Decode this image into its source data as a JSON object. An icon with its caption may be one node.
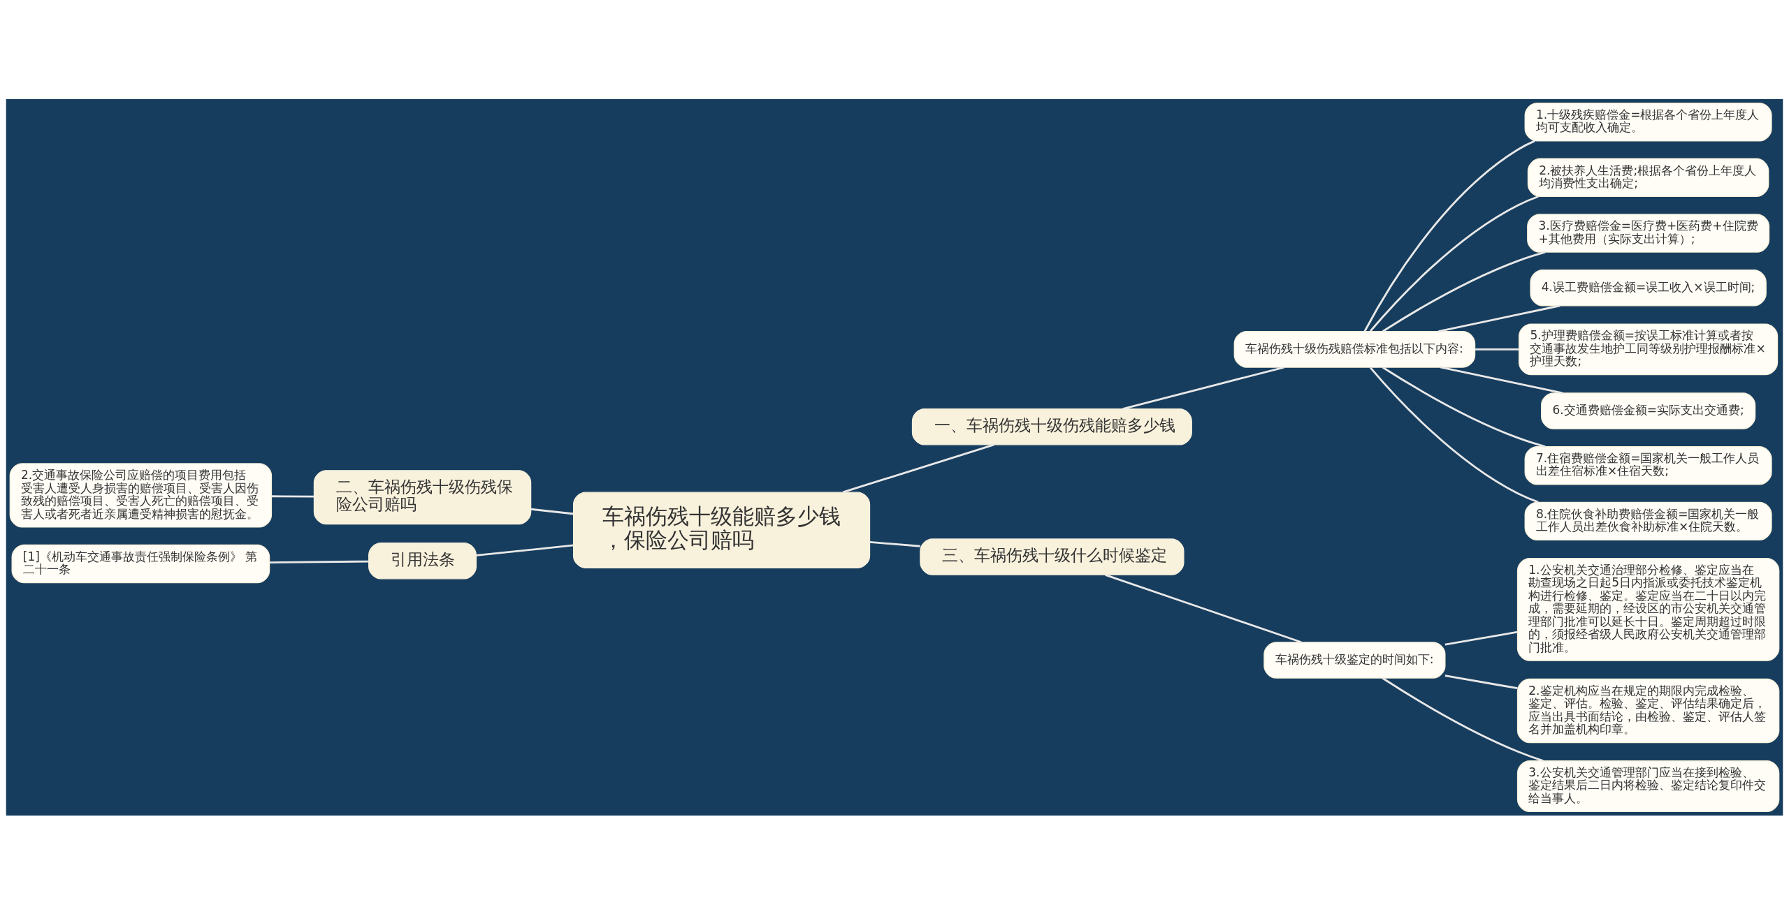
{
  "diagram": {
    "nodes": [
      {
        "text": [
          "车祸伤残十级能赔多少钱，保险公司赔吗"
        ]
      },
      {
        "text": [
          "一、车祸伤残十级伤残能赔多少钱"
        ]
      },
      {
        "text": [
          "车祸伤残十级伤残赔偿标准包括以下内容:"
        ]
      },
      {
        "text": [
          "1.十级残疾赔偿金=根据各个省份上年度人均可支配收入确定。"
        ]
      },
      {
        "text": [
          "2.被扶养人生活费;根据各个省份上年度人均消费性支出确定;"
        ]
      },
      {
        "text": [
          "3.医疗费赔偿金=医疗费+医药费+住院费+其他费用（实际支出计算）;"
        ]
      },
      {
        "text": [
          "4.误工费赔偿金额=误工收入×误工时间;"
        ]
      },
      {
        "text": [
          "5.护理费赔偿金额=按误工标准计算或者按交通事故发生地护工同等级别护理报酬标准×护理天数;"
        ]
      },
      {
        "text": [
          "6.交通费赔偿金额=实际支出交通费;"
        ]
      },
      {
        "text": [
          "7.住宿费赔偿金额=国家机关一般工作人员出差住宿标准×住宿天数;"
        ]
      },
      {
        "text": [
          "8.住院伙食补助费赔偿金额=国家机关一般工作人员出差伙食补助标准×住院天数。"
        ]
      },
      {
        "text": [
          "二、车祸伤残十级伤残保险公司赔吗"
        ]
      },
      {
        "text": [
          "2.交通事故保险公司应赔偿的项目费用包括受害人遭受人身损害的赔偿项目、受害人因伤致残的赔偿项目、受害人死亡的赔偿项目、受害人或者死者近亲属遭受精神损害的慰抚金。"
        ]
      },
      {
        "text": [
          "引用法条"
        ]
      },
      {
        "text": [
          "[1]《机动车交通事故责任强制保险条例》 第二十一条"
        ]
      },
      {
        "text": [
          "三、车祸伤残十级什么时候鉴定"
        ]
      },
      {
        "text": [
          "车祸伤残十级鉴定的时间如下:"
        ]
      },
      {
        "text": [
          "1.公安机关交通治理部分检修、鉴定应当在勘查现场之日起5日内指派或委托技术鉴定机构进行检修、鉴定。鉴定应当在二十日以内完成，需要延期的，经设区的市公安机关交通管理部门批准可以延长十日。鉴定周期超过时限的，须报经省级人民政府公安机关交通管理部门批准。"
        ]
      },
      {
        "text": [
          "2.鉴定机构应当在规定的期限内完成检验、鉴定、评估。检验、鉴定、评估结果确定后，应当出具书面结论，由检验、鉴定、评估人签名并加盖机构印章。"
        ]
      },
      {
        "text": [
          "3.公安机关交通管理部门应当在接到检验、鉴定结果后二日内将检验、鉴定结论复印件交给当事人。"
        ]
      }
    ],
    "edges": [
      {
        "from": 0,
        "to": 1,
        "arrow": "none"
      },
      {
        "from": 1,
        "to": 2,
        "arrow": "none"
      },
      {
        "from": 2,
        "to": 3,
        "arrow": "none"
      },
      {
        "from": 2,
        "to": 4,
        "arrow": "none"
      },
      {
        "from": 2,
        "to": 5,
        "arrow": "none"
      },
      {
        "from": 2,
        "to": 6,
        "arrow": "none"
      },
      {
        "from": 2,
        "to": 7,
        "arrow": "none"
      },
      {
        "from": 2,
        "to": 8,
        "arrow": "none"
      },
      {
        "from": 2,
        "to": 9,
        "arrow": "none"
      },
      {
        "from": 2,
        "to": 10,
        "arrow": "none"
      },
      {
        "from": 0,
        "to": 11,
        "arrow": "none"
      },
      {
        "from": 11,
        "to": 12,
        "arrow": "none"
      },
      {
        "from": 0,
        "to": 13,
        "arrow": "none"
      },
      {
        "from": 13,
        "to": 14,
        "arrow": "none"
      },
      {
        "from": 0,
        "to": 15,
        "arrow": "none"
      },
      {
        "from": 15,
        "to": 16,
        "arrow": "none"
      },
      {
        "from": 16,
        "to": 17,
        "arrow": "none"
      },
      {
        "from": 16,
        "to": 18,
        "arrow": "none"
      },
      {
        "from": 16,
        "to": 19,
        "arrow": "none"
      }
    ]
  }
}
